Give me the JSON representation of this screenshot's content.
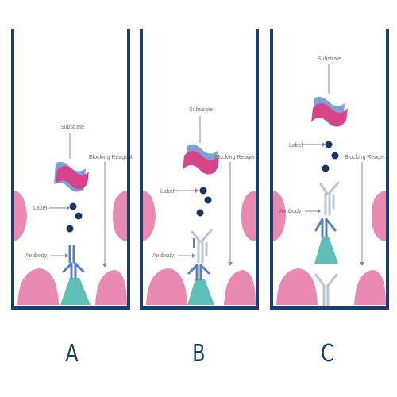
{
  "colors": {
    "well": "#1c3f73",
    "blocking_blob": "#e98ab3",
    "antigen": "#5fbfb4",
    "antibody_primary": "#5a7fc4",
    "antibody_primary_light": "#b8c4d8",
    "label_dot": "#1c3566",
    "substrate_pink": "#d6448a",
    "substrate_blue": "#7da3d6",
    "arrow": "#8a8a96",
    "letter": "#1c3f73"
  },
  "panels": [
    {
      "letter": "A",
      "labels": {
        "substrate": "Substrate",
        "label": "Label",
        "antibody": "Antibody",
        "blocking": "Blocking Reagent"
      }
    },
    {
      "letter": "B",
      "labels": {
        "substrate": "Substrate",
        "label": "Label",
        "antibody": "Antibody",
        "blocking": "Blocking Reagent"
      }
    },
    {
      "letter": "C",
      "labels": {
        "substrate": "Substrate",
        "label": "Label",
        "antibody": "Antibody",
        "blocking": "Blocking Reagent"
      }
    }
  ]
}
